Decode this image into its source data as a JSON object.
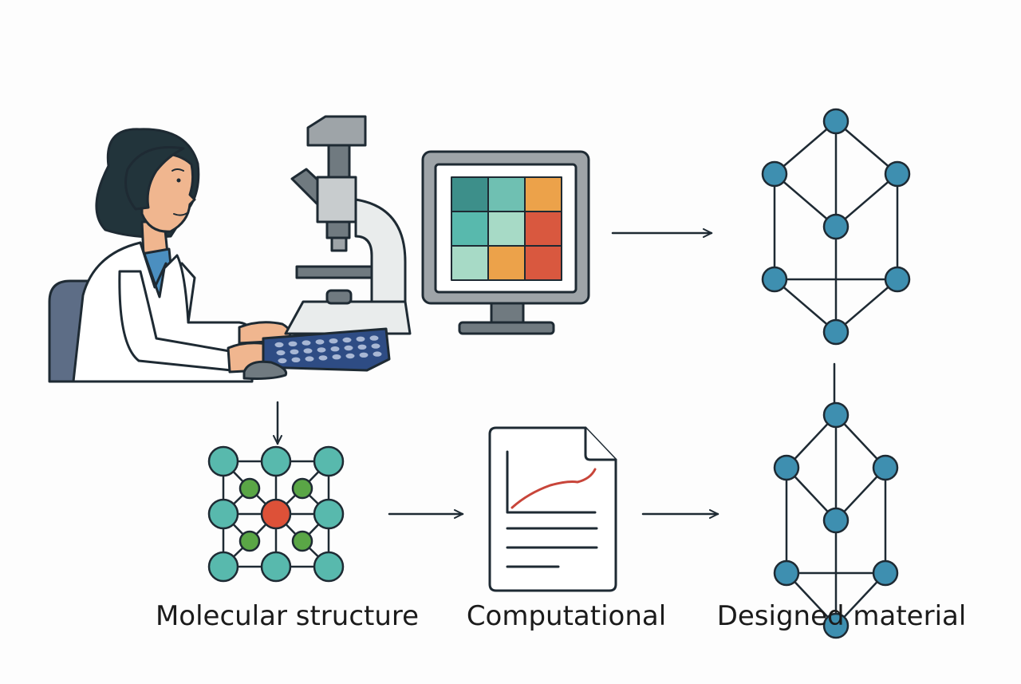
{
  "labels": {
    "molecular": "Molecular structure",
    "computational": "Computational",
    "designed": "Designed material"
  },
  "icons": [
    "scientist-icon",
    "microscope-icon",
    "keyboard-icon",
    "monitor-icon",
    "crystal-lattice-icon",
    "molecular-lattice-icon",
    "report-document-icon",
    "designed-material-icon",
    "arrow-right-icon",
    "arrow-down-icon"
  ],
  "colors": {
    "stroke": "#1e2a33",
    "teal": "#58b9ad",
    "teal_dark": "#3d8f8a",
    "teal_light": "#a7dac6",
    "orange": "#eca24a",
    "red": "#d9583f",
    "blue_node": "#3e8fb0",
    "green_node": "#5aa646",
    "red_node": "#dd5138",
    "skin": "#f0b68f",
    "hair": "#22343b",
    "coat": "#ffffff",
    "shirt": "#4b8fc0",
    "gray": "#9ea4a8",
    "keyboard": "#2e4c84",
    "chair": "#5d6d86",
    "curve": "#c8453a"
  },
  "monitor_grid": [
    [
      "#3d8f8a",
      "#6fc0b2",
      "#eca24a"
    ],
    [
      "#58b9ad",
      "#a7dac6",
      "#d9583f"
    ],
    [
      "#a7dac6",
      "#eca24a",
      "#d9583f"
    ]
  ]
}
